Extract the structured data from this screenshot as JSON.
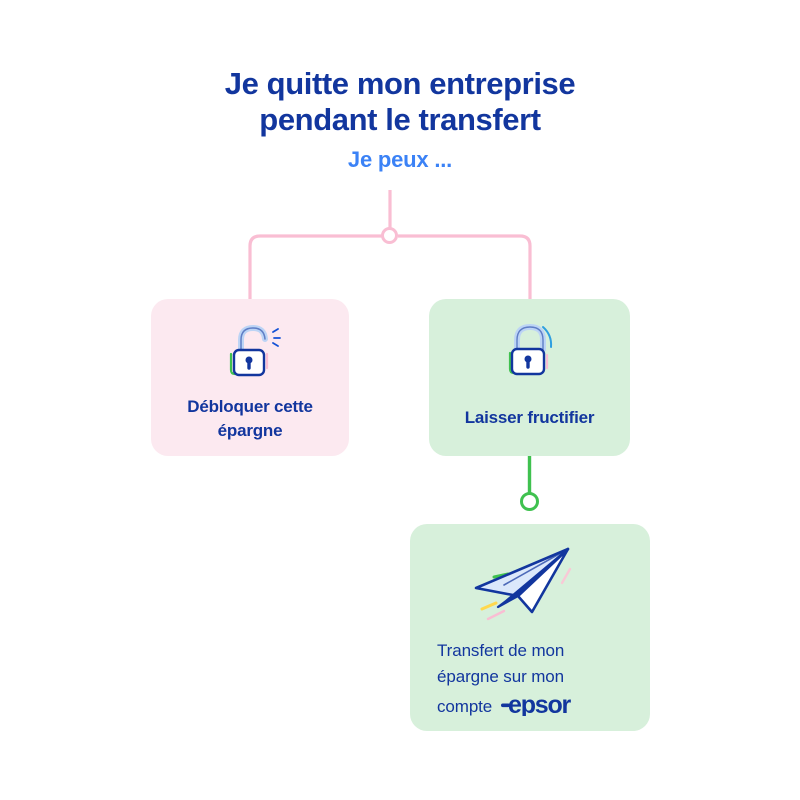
{
  "header": {
    "title": "Je quitte mon entreprise\npendant le transfert",
    "subtitle": "Je peux ..."
  },
  "colors": {
    "navy": "#12369e",
    "blue": "#3b82f6",
    "pink_line": "#f9bed3",
    "pink_card": "#fce9f0",
    "green_line": "#3fc14f",
    "green_card": "#d7f0db",
    "light_blue": "#bcd4f5",
    "yellow": "#ffd84d"
  },
  "diagram": {
    "root_node": "branch-node",
    "branches": [
      {
        "id": "unlock",
        "label": "Débloquer cette épargne",
        "icon": "open-padlock-icon",
        "card_color": "#fce9f0",
        "connector_color": "#f9bed3"
      },
      {
        "id": "keep",
        "label": "Laisser fructifier",
        "icon": "closed-padlock-icon",
        "card_color": "#d7f0db",
        "connector_color": "#f9bed3"
      }
    ],
    "outcome": {
      "id": "transfer",
      "icon": "paper-plane-icon",
      "text_line_1": "Transfert de mon",
      "text_line_2": "épargne sur mon",
      "text_line_3": "compte",
      "logo": "epsor",
      "card_color": "#d7f0db",
      "connector_color": "#3fc14f"
    }
  }
}
